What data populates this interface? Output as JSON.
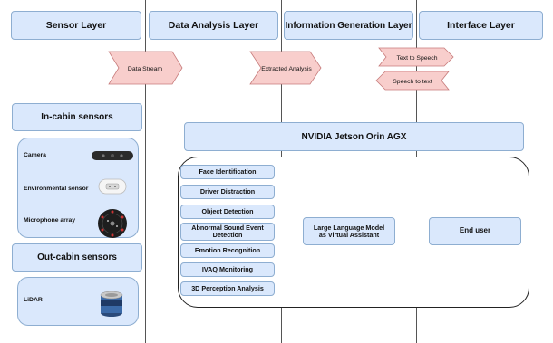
{
  "layers": {
    "sensor": "Sensor Layer",
    "data_analysis": "Data Analysis Layer",
    "information_generation": "Information Generation Layer",
    "interface": "Interface Layer"
  },
  "flows": {
    "data_stream": "Data Stream",
    "extracted_analysis": "Extracted Analysis",
    "text_to_speech": "Text to Speech",
    "speech_to_text": "Speech to text"
  },
  "in_cabin": {
    "title": "In-cabin sensors",
    "camera": "Camera",
    "environmental": "Environmental sensor",
    "microphone": "Microphone array"
  },
  "out_cabin": {
    "title": "Out-cabin sensors",
    "lidar": "LiDAR"
  },
  "platform": "NVIDIA Jetson Orin AGX",
  "analysis_tasks": [
    "Face Identification",
    "Driver Distraction",
    "Object Detection",
    "Abnormal Sound Event Detection",
    "Emotion Recognition",
    "IVAQ Monitoring",
    "3D Perception Analysis"
  ],
  "llm": "Large Language Model as Virtual Assistant",
  "end_user": "End user",
  "colors": {
    "box_fill": "#dae8fc",
    "box_stroke": "#8eaed1",
    "arrow_fill": "#f8cecc",
    "arrow_stroke": "#c77b7b"
  }
}
